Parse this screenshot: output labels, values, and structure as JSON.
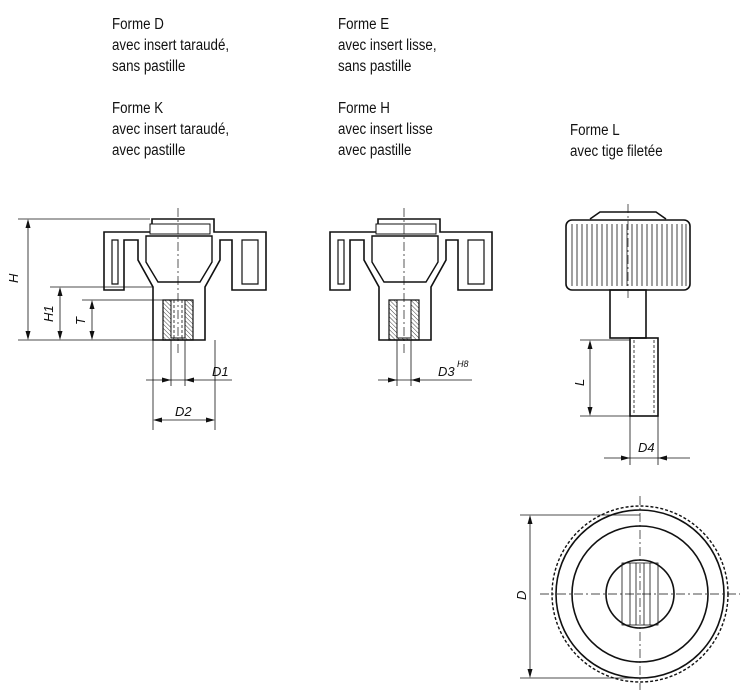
{
  "captions": {
    "form_d": {
      "title": "Forme D",
      "line1": "avec insert taraudé,",
      "line2": "sans pastille"
    },
    "form_e": {
      "title": "Forme E",
      "line1": "avec insert lisse,",
      "line2": "sans pastille"
    },
    "form_k": {
      "title": "Forme K",
      "line1": "avec insert taraudé,",
      "line2": "avec pastille"
    },
    "form_h": {
      "title": "Forme H",
      "line1": "avec insert lisse",
      "line2": "avec pastille"
    },
    "form_l": {
      "title": "Forme L",
      "line1": "avec tige filetée"
    }
  },
  "dimensions": {
    "H": "H",
    "H1": "H1",
    "T": "T",
    "D1": "D1",
    "D2": "D2",
    "D3": "D3",
    "D3_tolerance": "H8",
    "L": "L",
    "D4": "D4",
    "D": "D"
  }
}
